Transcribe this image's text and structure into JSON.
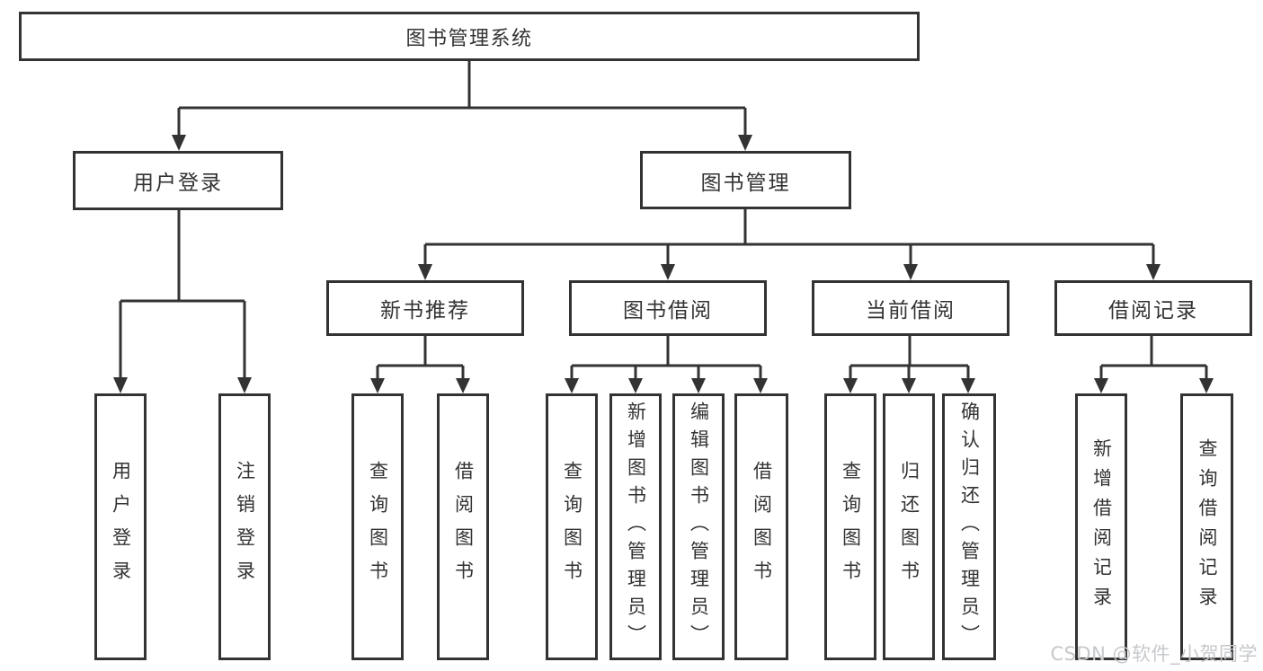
{
  "diagram": {
    "root": {
      "label": "图书管理系统"
    },
    "level2": [
      {
        "label": "用户登录"
      },
      {
        "label": "图书管理"
      }
    ],
    "level3": [
      {
        "label": "新书推荐"
      },
      {
        "label": "图书借阅"
      },
      {
        "label": "当前借阅"
      },
      {
        "label": "借阅记录"
      }
    ],
    "leaves": {
      "user_login": [
        {
          "label": "用户登录"
        },
        {
          "label": "注销登录"
        }
      ],
      "new_book_recommend": [
        {
          "label": "查询图书"
        },
        {
          "label": "借阅图书"
        }
      ],
      "book_borrow": [
        {
          "label": "查询图书"
        },
        {
          "label": "新增图书（管理员）"
        },
        {
          "label": "编辑图书（管理员）"
        },
        {
          "label": "借阅图书"
        }
      ],
      "current_borrow": [
        {
          "label": "查询图书"
        },
        {
          "label": "归还图书"
        },
        {
          "label": "确认归还（管理员）"
        }
      ],
      "borrow_records": [
        {
          "label": "新增借阅记录"
        },
        {
          "label": "查询借阅记录"
        }
      ]
    }
  },
  "watermark": "CSDN @软件_小贺同学",
  "colors": {
    "line": "#333333",
    "border": "#333333",
    "text": "#333333",
    "watermark": "#c6c8cb",
    "background": "#ffffff"
  }
}
